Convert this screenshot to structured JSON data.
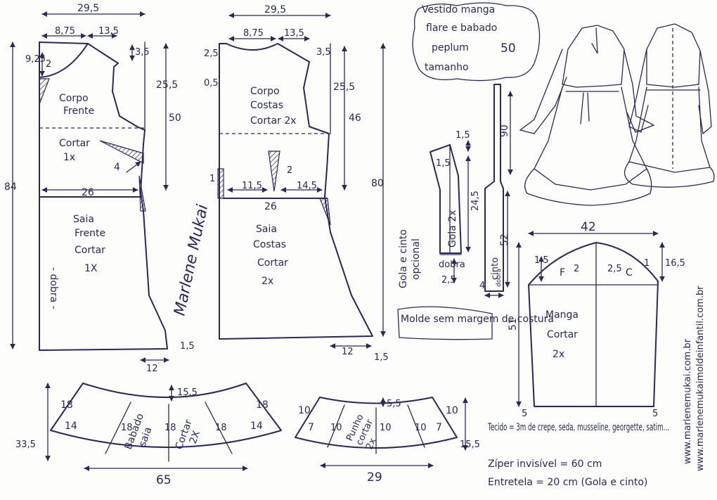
{
  "title_block": {
    "line1": "Vestido manga",
    "line2": "flare e babado",
    "line3": "peplum",
    "size_label": "tamanho",
    "size_value": "50"
  },
  "pieces": {
    "front": {
      "top_width": "29,5",
      "neck_width": "8,75",
      "shoulder_width": "13,5",
      "neck_drop": "9,25",
      "neck_small": "2",
      "shoulder_drop": "3,5",
      "armhole_depth": "25,5",
      "waist_length": "50",
      "total_length": "84",
      "dart": "4",
      "waist_width": "26",
      "hem_extra": "12",
      "hem_rise": "1,5",
      "bodice_label_1": "Corpo",
      "bodice_label_2": "Frente",
      "cut_label_1": "Cortar",
      "cut_label_2": "1x",
      "skirt_label_1": "Saia",
      "skirt_label_2": "Frente",
      "skirt_label_3": "Cortar",
      "skirt_label_4": "1X",
      "fold": "- dobra -"
    },
    "back": {
      "top_width": "29,5",
      "neck_width": "8,75",
      "shoulder_width": "13,5",
      "neck_drop": "2,5",
      "shoulder_drop": "3,5",
      "small_mark": "0,5",
      "armhole_depth": "25,5",
      "waist_length": "46",
      "total_length": "80",
      "dart_width": "2",
      "left_mark": "1",
      "waist_left": "11,5",
      "waist_right": "14,5",
      "waist_width": "26",
      "hem_extra": "12",
      "hem_rise": "1,5",
      "bodice_label_1": "Corpo",
      "bodice_label_2": "Costas",
      "bodice_label_3": "Cortar 2x",
      "skirt_label_1": "Saia",
      "skirt_label_2": "Costas",
      "skirt_label_3": "Cortar",
      "skirt_label_4": "2x"
    },
    "collar": {
      "top": "1,5",
      "width": "1,5",
      "height": "24,5",
      "label": "Gola 2x",
      "bottom_label": "dobra",
      "bottom_value": "2,5",
      "side_label_1": "Gola e cinto",
      "side_label_2": "opcional"
    },
    "belt": {
      "top": "90",
      "bottom": "52",
      "label": "cinto",
      "fold_label": "dobra",
      "width": "4"
    },
    "sleeve": {
      "width": "42",
      "left_cap": "1,5",
      "right_cap": "16,5",
      "right_small": "1",
      "f_label": "F",
      "f_value": "2",
      "c_label": "C",
      "c_value": "2,5",
      "length": "51",
      "bottom_left": "5",
      "bottom_right": "5",
      "label_1": "Manga",
      "label_2": "Cortar",
      "label_3": "2x"
    },
    "ruffle": {
      "top": "15,5",
      "left_side": "18",
      "right_side": "18",
      "left_inner": "14",
      "right_inner": "14",
      "left_height": "33,5",
      "inner_1": "18",
      "inner_2": "18",
      "inner_3": "18",
      "label_1": "Babado",
      "label_2": "saia",
      "cut_1": "Cortar",
      "cut_2": "2X",
      "width": "65"
    },
    "cuff": {
      "top": "5,5",
      "left_side": "10",
      "right_side": "10",
      "left_inner": "7",
      "right_inner": "7",
      "right_height": "15,5",
      "inner_1": "10",
      "inner_2": "10",
      "inner_3": "10",
      "label_1": "Punho",
      "label_2": "cortar",
      "label_3": "2x",
      "width": "29"
    }
  },
  "notes": {
    "seam": "Molde sem margem de costura",
    "fabric": "Tecido = 3m de crepe, seda, musseline, georgette, satim...",
    "zipper": "Zíper invisível = 60 cm",
    "interfacing": "Entretela = 20 cm (Gola e cinto)",
    "signature": "Marlene Mukai",
    "site_1": "www.marlenemukai.com.br",
    "site_2": "www.marlenemukaimoldeinfantil.com.br"
  },
  "colors": {
    "ink": "#2a2760",
    "paper": "#fdfdfb"
  }
}
